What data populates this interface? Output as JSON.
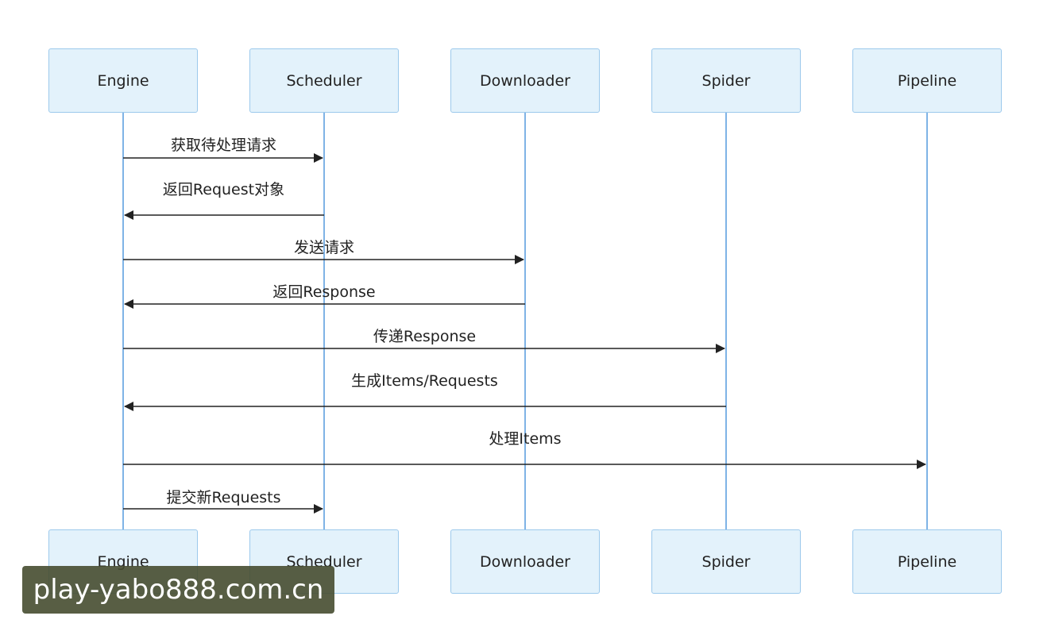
{
  "actors": [
    "Engine",
    "Scheduler",
    "Downloader",
    "Spider",
    "Pipeline"
  ],
  "messages": [
    {
      "from": 0,
      "to": 1,
      "label": "获取待处理请求"
    },
    {
      "from": 1,
      "to": 0,
      "label": "返回Request对象"
    },
    {
      "from": 0,
      "to": 2,
      "label": "发送请求"
    },
    {
      "from": 2,
      "to": 0,
      "label": "返回Response"
    },
    {
      "from": 0,
      "to": 3,
      "label": "传递Response"
    },
    {
      "from": 3,
      "to": 0,
      "label": "生成Items/Requests"
    },
    {
      "from": 0,
      "to": 4,
      "label": "处理Items"
    },
    {
      "from": 0,
      "to": 1,
      "label": "提交新Requests"
    }
  ],
  "watermark": "play-yabo888.com.cn",
  "colors": {
    "lifeline": "#7fb3e6",
    "box_fill": "#e3f2fb",
    "box_border": "#9cc9ec",
    "arrow": "#222222",
    "watermark_bg": "#464c30"
  }
}
